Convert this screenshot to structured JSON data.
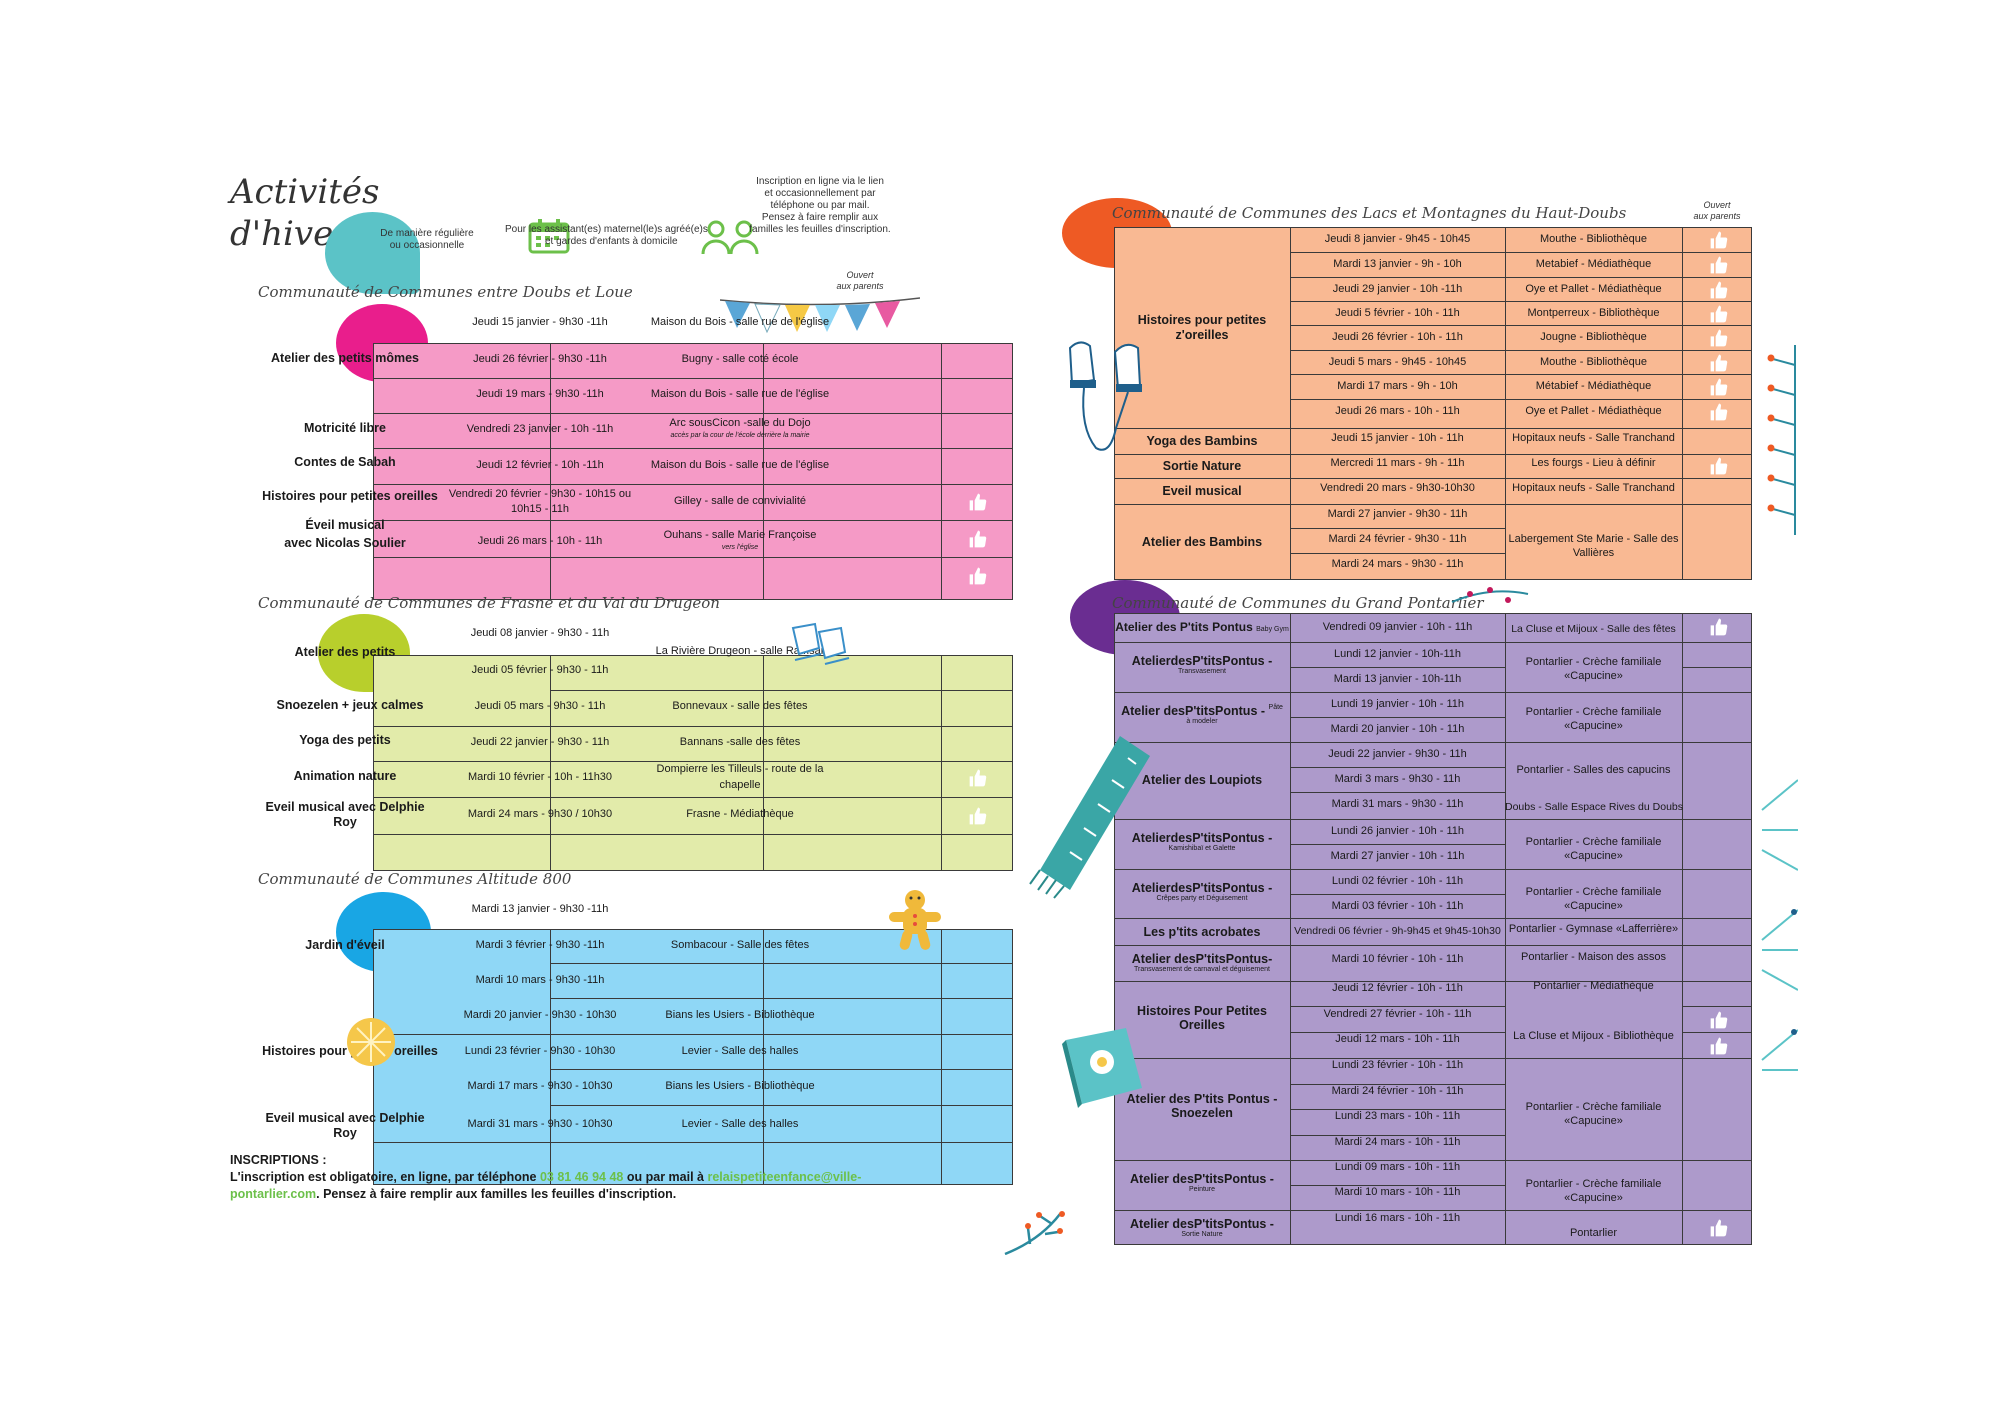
{
  "page_title": [
    "Activités",
    "d'hiver"
  ],
  "legend": {
    "regular": [
      "De manière régulière",
      "ou occasionnelle"
    ],
    "for_who": [
      "Pour les assistant(es) maternel(le)s agréé(e)s",
      "et gardes d'enfants à domicile"
    ],
    "inscription_note": [
      "Inscription en ligne via le lien",
      "et occasionnellement par",
      "téléphone ou par mail.",
      "Pensez à faire remplir aux",
      "familles les feuilles d'inscription."
    ],
    "parents_open": [
      "Ouvert",
      "aux parents"
    ]
  },
  "colors": {
    "pink": "#f59ac6",
    "green": "#e2ebaa",
    "blue": "#8fd7f6",
    "orange": "#f9b993",
    "purple": "#ad9acb",
    "teal": "#5bc3c7",
    "magenta": "#e91e8c",
    "lime": "#b8cf2c",
    "sky": "#19a6e4",
    "red": "#ee5a24",
    "violet": "#6a2d91"
  },
  "icons": [
    "calendar-icon",
    "people-icon",
    "thumbs-up-icon",
    "bunting-icon",
    "mittens-icon",
    "scarf-icon",
    "book-icon",
    "gingerbread-icon",
    "skates-icon",
    "branch-icon"
  ],
  "s1": {
    "title": "Communauté de Communes entre Doubs et Loue",
    "activities": [
      "Atelier des petits mômes",
      "Motricité libre",
      "Contes de Sabah",
      "Histoires pour petites oreilles",
      "Éveil musical",
      "avec Nicolas Soulier"
    ],
    "dates": [
      "Jeudi 15 janvier - 9h30 -11h",
      "Jeudi 26 février  - 9h30 -11h",
      "Jeudi 19 mars - 9h30 -11h",
      "Vendredi 23 janvier - 10h -11h",
      "Jeudi 12 février - 10h -11h",
      "Vendredi 20 février - 9h30 - 10h15 ou",
      "10h15 - 11h",
      "Jeudi 26 mars - 10h - 11h"
    ],
    "places": [
      "Maison du Bois - salle rue de l'église",
      "Bugny - salle coté école",
      "Maison du Bois - salle rue de l'église",
      "Arc sousCicon -salle du Dojo",
      "accès par la cour de l'école derrière la mairie",
      "Maison du Bois - salle rue de l'église",
      "Gilley - salle de convivialité",
      "Ouhans - salle Marie Françoise",
      "vers l'église"
    ]
  },
  "s2": {
    "title": "Communauté de Communes de Frasne et du Val du Drugeon",
    "activities": [
      "Atelier des petits",
      "Snoezelen + jeux calmes",
      "Yoga des petits",
      "Animation nature",
      "Eveil musical avec Delphie",
      "Roy"
    ],
    "dates": [
      "Jeudi 08 janvier - 9h30 - 11h",
      "Jeudi 05 février - 9h30 - 11h",
      "Jeudi 05 mars - 9h30 - 11h",
      "Jeudi 22 janvier - 9h30 - 11h",
      "Mardi 10 février - 10h - 11h30",
      "Mardi 24 mars - 9h30 / 10h30"
    ],
    "places": [
      "La Rivière Drugeon - salle Ramsar",
      "Bonnevaux - salle des fêtes",
      "Bannans -salle des fêtes",
      "Dompierre les Tilleuls - route de la",
      "chapelle",
      "Frasne - Médiathèque"
    ]
  },
  "s3": {
    "title": "Communauté de Communes Altitude 800",
    "activities": [
      "Jardin d'éveil",
      "Histoires pour petites oreilles",
      "Eveil musical avec Delphie",
      "Roy"
    ],
    "dates": [
      "Mardi 13 janvier - 9h30 -11h",
      "Mardi 3 février - 9h30 -11h",
      "Mardi 10 mars - 9h30 -11h",
      "Mardi 20 janvier - 9h30 - 10h30",
      "Lundi 23 février - 9h30 - 10h30",
      "Mardi 17 mars - 9h30 - 10h30",
      "Mardi 31 mars - 9h30 - 10h30"
    ],
    "places": [
      "Sombacour - Salle des fêtes",
      "Bians les Usiers - Bibliothèque",
      "Levier - Salle des halles",
      "Bians les Usiers - Bibliothèque",
      "Levier - Salle des halles"
    ]
  },
  "inscriptions": {
    "title": "INSCRIPTIONS :",
    "line1_a": "L'inscription est obligatoire, en ligne, par téléphone ",
    "phone": "03 81 46 94 48",
    "line1_b": " ou par mail à ",
    "email_a": "relaispetiteenfance@ville-",
    "email_b": "pontarlier.com",
    "line2": ". Pensez à faire remplir aux familles les feuilles d'inscription."
  },
  "s4": {
    "title": "Communauté de Communes des Lacs et Montagnes du Haut-Doubs",
    "activities": [
      "Histoires pour petites",
      "z'oreilles",
      "Yoga des Bambins",
      "Sortie Nature",
      "Eveil musical",
      "Atelier des Bambins"
    ],
    "dates": [
      "Jeudi 8 janvier - 9h45 - 10h45",
      "Mardi 13 janvier - 9h - 10h",
      "Jeudi 29 janvier - 10h -11h",
      "Jeudi 5 février - 10h - 11h",
      "Jeudi 26 février - 10h - 11h",
      "Jeudi 5 mars - 9h45 - 10h45",
      "Mardi 17 mars - 9h - 10h",
      "Jeudi 26 mars - 10h - 11h",
      "Jeudi 15 janvier - 10h - 11h",
      "Mercredi 11 mars - 9h - 11h",
      "Vendredi 20 mars - 9h30-10h30",
      "Mardi 27 janvier - 9h30 - 11h",
      "Mardi 24 février - 9h30 - 11h",
      "Mardi 24 mars - 9h30 - 11h"
    ],
    "places": [
      "Mouthe - Bibliothèque",
      "Metabief - Médiathèque",
      "Oye et Pallet - Médiathèque",
      "Montperreux - Bibliothèque",
      "Jougne - Bibliothèque",
      "Mouthe - Bibliothèque",
      "Métabief - Médiathèque",
      "Oye et Pallet - Médiathèque",
      "Hopitaux neufs - Salle Tranchand",
      "Les fourgs - Lieu à définir",
      "Hopitaux neufs - Salle Tranchand",
      "Labergement Ste Marie - Salle des",
      "Vallières"
    ]
  },
  "s5": {
    "title": "Communauté de Communes du Grand Pontarlier",
    "activities": [
      "Atelier des P'tits Pontus",
      "Baby Gym",
      "AtelierdesP'titsPontus -",
      "Transvasement",
      "Atelier desP'titsPontus -",
      "Pâte",
      "à modeler",
      "Atelier des Loupiots",
      "AtelierdesP'titsPontus -",
      "Kamishibaï et Galette",
      "AtelierdesP'titsPontus -",
      "Crêpes party et Déguisement",
      "Les p'tits acrobates",
      "Atelier desP'titsPontus-",
      "Transvasement de carnaval et déguisement",
      "Histoires Pour Petites",
      "Oreilles",
      "Atelier des P'tits Pontus -",
      "Snoezelen",
      "Atelier desP'titsPontus -",
      "Peinture",
      "Atelier desP'titsPontus -",
      "Sortie Nature"
    ],
    "dates": [
      "Vendredi 09 janvier - 10h - 11h",
      "Lundi 12 janvier - 10h-11h",
      "Mardi 13 janvier - 10h-11h",
      "Lundi 19 janvier - 10h - 11h",
      "Mardi 20 janvier - 10h - 11h",
      "Jeudi 22 janvier - 9h30 - 11h",
      "Mardi 3 mars - 9h30 - 11h",
      "Mardi 31 mars - 9h30 - 11h",
      "Lundi 26 janvier - 10h - 11h",
      "Mardi 27 janvier - 10h - 11h",
      "Lundi 02 février - 10h - 11h",
      "Mardi 03 février - 10h - 11h",
      "Vendredi 06 février - 9h-9h45 et 9h45-10h30",
      "Mardi 10 février - 10h - 11h",
      "Jeudi 12 février - 10h - 11h",
      "Vendredi 27 février - 10h - 11h",
      "Jeudi 12 mars - 10h - 11h",
      "Lundi 23 février - 10h - 11h",
      "Mardi 24 février - 10h - 11h",
      "Lundi 23 mars - 10h - 11h",
      "Mardi 24 mars - 10h - 11h",
      "Lundi 09 mars - 10h - 11h",
      "Mardi 10 mars - 10h - 11h",
      "Lundi 16 mars - 10h - 11h"
    ],
    "places": [
      "La Cluse et Mijoux - Salle des fêtes",
      "Pontarlier - Crèche familiale",
      "«Capucine»",
      "Pontarlier - Crèche familiale",
      "«Capucine»",
      "Pontarlier - Salles des capucins",
      "Doubs - Salle Espace Rives du Doubs",
      "Pontarlier - Crèche familiale",
      "«Capucine»",
      "Pontarlier - Crèche familiale",
      "«Capucine»",
      "Pontarlier - Gymnase «Lafferrière»",
      "Pontarlier - Maison des assos",
      "Pontarlier - Médiathèque",
      "La Cluse et Mijoux - Bibliothèque",
      "Pontarlier - Crèche familiale",
      "«Capucine»",
      "Pontarlier - Crèche familiale",
      "«Capucine»",
      "Pontarlier"
    ]
  }
}
